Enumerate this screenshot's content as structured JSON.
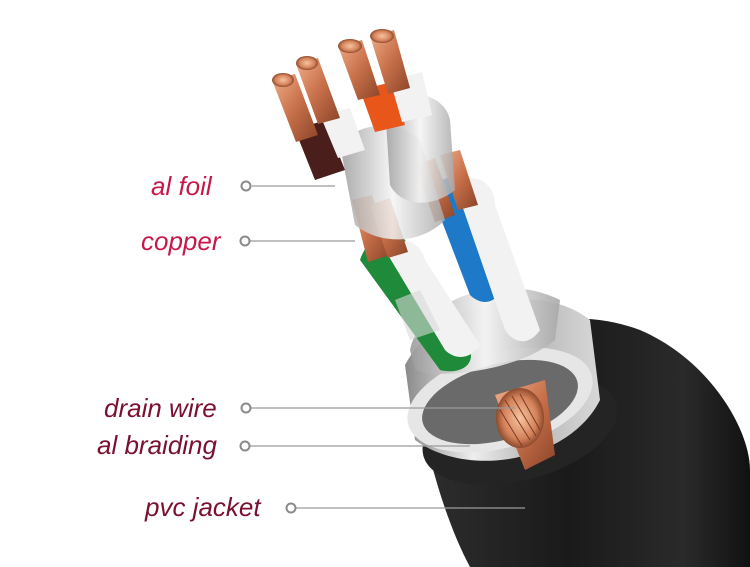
{
  "labels": {
    "al_foil": "al foil",
    "copper": "copper",
    "drain_wire": "drain wire",
    "al_braiding": "al braiding",
    "pvc_jacket": "pvc jacket"
  },
  "colors": {
    "label_red": "#c8184a",
    "label_dark": "#7a1030",
    "leader_line": "#9a9a9a",
    "copper": "#c8704a",
    "jacket": "#1e1e1e",
    "shield": "#c8c8c8",
    "pair_brown": "#4a1e1a",
    "pair_orange": "#e8561a",
    "pair_green": "#1e8a3a",
    "pair_blue": "#1e7ac8",
    "insulation_white": "#f2f2f2"
  }
}
